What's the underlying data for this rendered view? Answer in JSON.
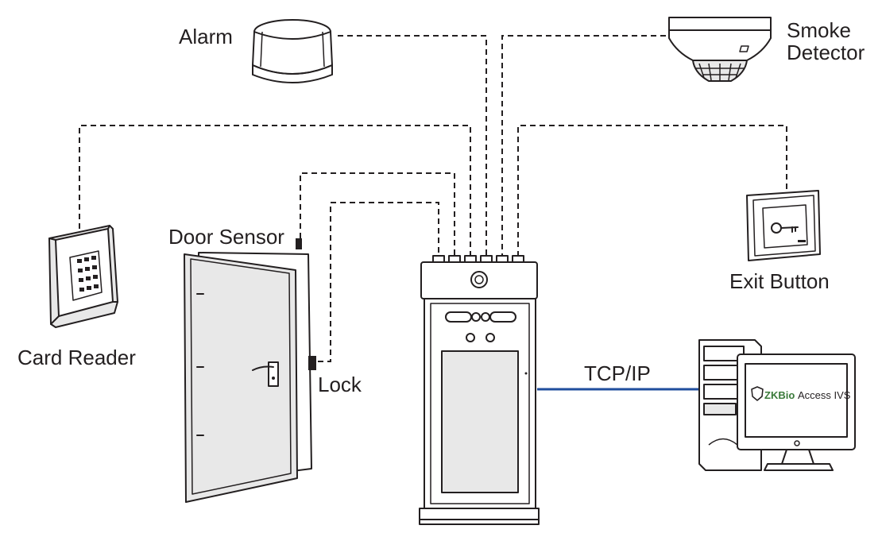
{
  "labels": {
    "alarm": "Alarm",
    "smoke_line1": "Smoke",
    "smoke_line2": "Detector",
    "door_sensor": "Door Sensor",
    "lock": "Lock",
    "card_reader": "Card Reader",
    "exit_button": "Exit Button",
    "tcp_ip": "TCP/IP"
  },
  "screen": {
    "brand": "ZKBio",
    "product": "Access IVS"
  },
  "colors": {
    "line": "#231f20",
    "network_link": "#1f4e9d",
    "brand": "#3a7a3a"
  }
}
